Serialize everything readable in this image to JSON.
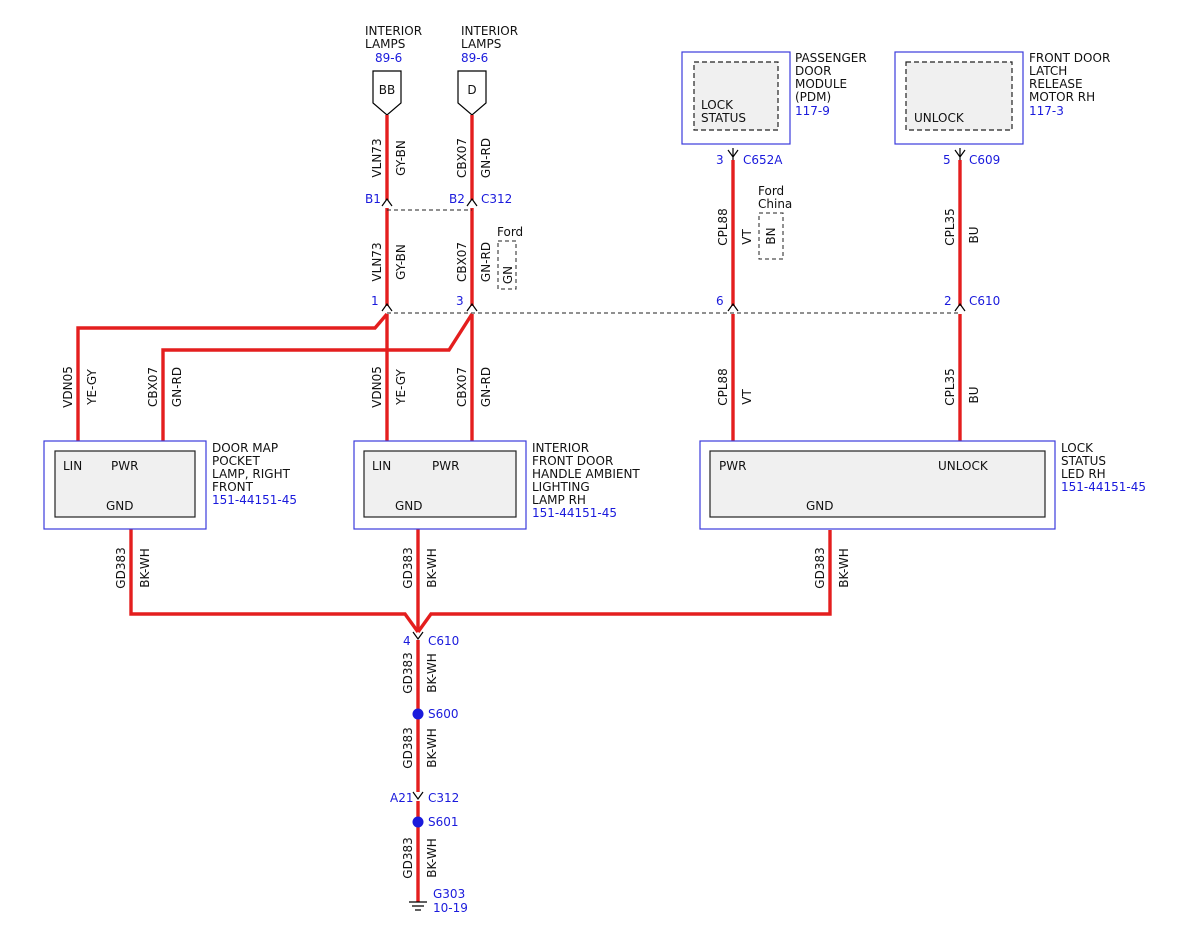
{
  "colors": {
    "wire": "#e41e1e",
    "connector_text": "#1a1adc",
    "module_border": "#3b3bdc"
  },
  "top_connectors": [
    {
      "name": [
        "INTERIOR",
        "LAMPS"
      ],
      "ref": "89-6",
      "pin": "BB"
    },
    {
      "name": [
        "INTERIOR",
        "LAMPS"
      ],
      "ref": "89-6",
      "pin": "D"
    }
  ],
  "modules": {
    "pdm": {
      "name": [
        "PASSENGER",
        "DOOR",
        "MODULE",
        "(PDM)"
      ],
      "ref": "117-9",
      "pin_label": [
        "LOCK",
        "STATUS"
      ],
      "pin": "3",
      "connector": "C652A"
    },
    "latch": {
      "name": [
        "FRONT DOOR",
        "LATCH",
        "RELEASE",
        "MOTOR RH"
      ],
      "ref": "117-3",
      "pin_label": [
        "UNLOCK"
      ],
      "pin": "5",
      "connector": "C609"
    },
    "map_lamp": {
      "name": [
        "DOOR MAP",
        "POCKET",
        "LAMP, RIGHT",
        "FRONT"
      ],
      "ref": "151-44151-45",
      "pins": [
        "LIN",
        "PWR",
        "GND"
      ]
    },
    "handle_lamp": {
      "name": [
        "INTERIOR",
        "FRONT DOOR",
        "HANDLE AMBIENT",
        "LIGHTING",
        "LAMP RH"
      ],
      "ref": "151-44151-45",
      "pins": [
        "LIN",
        "PWR",
        "GND"
      ]
    },
    "lock_led": {
      "name": [
        "LOCK",
        "STATUS",
        "LED RH"
      ],
      "ref": "151-44151-45",
      "pins": [
        "PWR",
        "UNLOCK",
        "GND"
      ]
    }
  },
  "wire_labels": {
    "vln73": "VLN73",
    "gy_bn": "GY-BN",
    "cbx07": "CBX07",
    "gn_rd": "GN-RD",
    "cpl88": "CPL88",
    "vt": "VT",
    "cpl35": "CPL35",
    "bu": "BU",
    "vdn05": "VDN05",
    "ye_gy": "YE-GY",
    "gd383": "GD383",
    "bk_wh": "BK-WH"
  },
  "connectors": {
    "c312_top": {
      "pins": [
        "B1",
        "B2"
      ],
      "name": "C312"
    },
    "c610_mid": {
      "pins": [
        "1",
        "3",
        "6",
        "2"
      ],
      "name": "C610"
    },
    "c610_gnd": {
      "pin": "4",
      "name": "C610"
    },
    "c312_gnd": {
      "pin": "A21",
      "name": "C312"
    }
  },
  "options": {
    "ford": {
      "label": "Ford",
      "color": "GN"
    },
    "ford_china": {
      "label": [
        "Ford",
        "China"
      ],
      "color": "BN"
    }
  },
  "splices": [
    "S600",
    "S601"
  ],
  "ground": {
    "name": "G303",
    "ref": "10-19"
  }
}
